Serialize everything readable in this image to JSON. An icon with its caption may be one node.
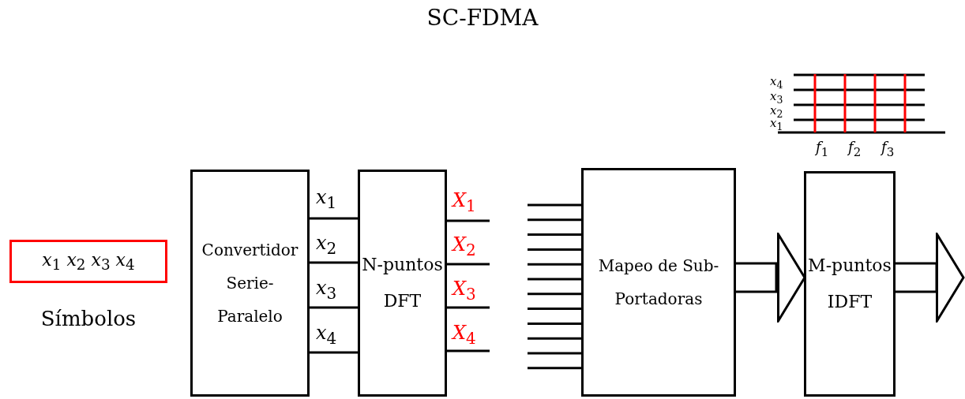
{
  "diagram": {
    "title": "SC-FDMA",
    "nodes": [
      {
        "text": [
          "*x*$_{1}$ *x*$_{2}$ *x*$_{3}$ *x*$_{4}$"
        ],
        "beside": [
          "Símbolos"
        ]
      },
      {
        "text": [
          "Convertidor Serie-Paralelo"
        ]
      },
      {
        "text": [
          "N-puntos DFT"
        ]
      },
      {
        "text": [
          "Mapeo de Sub-Portadoras"
        ]
      },
      {
        "text": [
          "M-puntos IDFT"
        ]
      }
    ],
    "edges": [
      {
        "from": 1,
        "to": 2,
        "arrow": "none",
        "label": "*x*$_{1}$"
      },
      {
        "from": 1,
        "to": 2,
        "arrow": "none",
        "label": "*x*$_{2}$"
      },
      {
        "from": 1,
        "to": 2,
        "arrow": "none",
        "label": "*x*$_{3}$"
      },
      {
        "from": 1,
        "to": 2,
        "arrow": "none",
        "label": "*x*$_{4}$"
      },
      {
        "from": 2,
        "to": null,
        "arrow": "none",
        "label": "*X*$_{1}$"
      },
      {
        "from": 2,
        "to": null,
        "arrow": "none",
        "label": "*X*$_{2}$"
      },
      {
        "from": 2,
        "to": null,
        "arrow": "none",
        "label": "*X*$_{3}$"
      },
      {
        "from": 2,
        "to": null,
        "arrow": "none",
        "label": "*X*$_{4}$"
      },
      {
        "from": null,
        "to": 3,
        "arrow": "none"
      },
      {
        "from": null,
        "to": 3,
        "arrow": "none"
      },
      {
        "from": null,
        "to": 3,
        "arrow": "none"
      },
      {
        "from": null,
        "to": 3,
        "arrow": "none"
      },
      {
        "from": null,
        "to": 3,
        "arrow": "none"
      },
      {
        "from": null,
        "to": 3,
        "arrow": "none"
      },
      {
        "from": null,
        "to": 3,
        "arrow": "none"
      },
      {
        "from": null,
        "to": 3,
        "arrow": "none"
      },
      {
        "from": null,
        "to": 3,
        "arrow": "none"
      },
      {
        "from": null,
        "to": 3,
        "arrow": "none"
      },
      {
        "from": null,
        "to": 3,
        "arrow": "none"
      },
      {
        "from": null,
        "to": 3,
        "arrow": "none"
      },
      {
        "from": 3,
        "to": 4,
        "arrow": "to"
      },
      {
        "from": 4,
        "to": null,
        "arrow": "to"
      }
    ],
    "labels": [
      "*x*$_{4}$",
      "*x*$_{3}$",
      "*x*$_{2}$",
      "*x*$_{1}$",
      "*f*$_{1}$",
      "*f*$_{2}$",
      "*f*$_{3}$"
    ]
  }
}
